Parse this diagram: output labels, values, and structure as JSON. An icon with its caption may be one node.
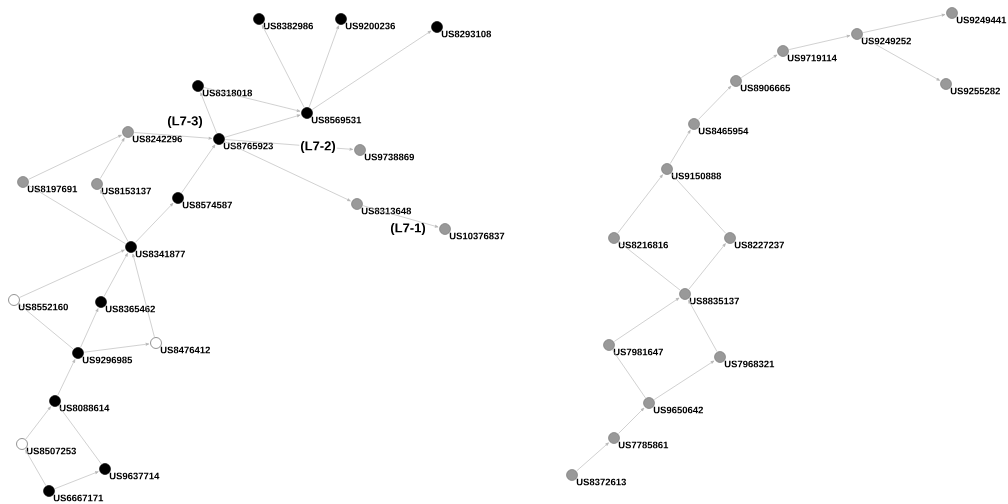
{
  "diagram": {
    "nodes": [
      {
        "text": [],
        "shape": "circle",
        "beside": [
          "US8382986"
        ]
      },
      {
        "text": [],
        "shape": "circle",
        "beside": [
          "US9200236"
        ]
      },
      {
        "text": [],
        "shape": "circle",
        "beside": [
          "US8293108"
        ]
      },
      {
        "text": [],
        "shape": "circle",
        "beside": [
          "US8318018"
        ]
      },
      {
        "text": [],
        "shape": "circle",
        "beside": [
          "US8569531"
        ]
      },
      {
        "text": [],
        "shape": "circle",
        "beside": [
          "US8242296"
        ]
      },
      {
        "text": [],
        "shape": "circle",
        "beside": [
          "US8765923"
        ]
      },
      {
        "text": [],
        "shape": "circle",
        "beside": [
          "US9738869"
        ]
      },
      {
        "text": [],
        "shape": "circle",
        "beside": [
          "US8197691"
        ]
      },
      {
        "text": [],
        "shape": "circle",
        "beside": [
          "US8153137"
        ]
      },
      {
        "text": [],
        "shape": "circle",
        "beside": [
          "US8574587"
        ]
      },
      {
        "text": [],
        "shape": "circle",
        "beside": [
          "US8313648"
        ]
      },
      {
        "text": [],
        "shape": "circle",
        "beside": [
          "US10376837"
        ]
      },
      {
        "text": [],
        "shape": "circle",
        "beside": [
          "US8341877"
        ]
      },
      {
        "text": [],
        "shape": "circle",
        "beside": [
          "US8552160"
        ]
      },
      {
        "text": [],
        "shape": "circle",
        "beside": [
          "US8365462"
        ]
      },
      {
        "text": [],
        "shape": "circle",
        "beside": [
          "US8476412"
        ]
      },
      {
        "text": [],
        "shape": "circle",
        "beside": [
          "US9296985"
        ]
      },
      {
        "text": [],
        "shape": "circle",
        "beside": [
          "US8088614"
        ]
      },
      {
        "text": [],
        "shape": "circle",
        "beside": [
          "US8507253"
        ]
      },
      {
        "text": [],
        "shape": "circle",
        "beside": [
          "US9637714"
        ]
      },
      {
        "text": [],
        "shape": "circle",
        "beside": [
          "US6667171"
        ]
      },
      {
        "text": [],
        "shape": "circle",
        "beside": [
          "US9249441"
        ]
      },
      {
        "text": [],
        "shape": "circle",
        "beside": [
          "US9249252"
        ]
      },
      {
        "text": [],
        "shape": "circle",
        "beside": [
          "US9719114"
        ]
      },
      {
        "text": [],
        "shape": "circle",
        "beside": [
          "US8906665"
        ]
      },
      {
        "text": [],
        "shape": "circle",
        "beside": [
          "US9255282"
        ]
      },
      {
        "text": [],
        "shape": "circle",
        "beside": [
          "US8465954"
        ]
      },
      {
        "text": [],
        "shape": "circle",
        "beside": [
          "US9150888"
        ]
      },
      {
        "text": [],
        "shape": "circle",
        "beside": [
          "US8216816"
        ]
      },
      {
        "text": [],
        "shape": "circle",
        "beside": [
          "US8227237"
        ]
      },
      {
        "text": [],
        "shape": "circle",
        "beside": [
          "US8835137"
        ]
      },
      {
        "text": [],
        "shape": "circle",
        "beside": [
          "US7981647"
        ]
      },
      {
        "text": [],
        "shape": "circle",
        "beside": [
          "US7968321"
        ]
      },
      {
        "text": [],
        "shape": "circle",
        "beside": [
          "US9650642"
        ]
      },
      {
        "text": [],
        "shape": "circle",
        "beside": [
          "US7785861"
        ]
      },
      {
        "text": [],
        "shape": "circle",
        "beside": [
          "US8372613"
        ]
      }
    ],
    "edges": [
      {
        "from": 6,
        "to": 3,
        "arrow": "to"
      },
      {
        "from": 3,
        "to": 4,
        "arrow": "to"
      },
      {
        "from": 6,
        "to": 4,
        "arrow": "to"
      },
      {
        "from": 4,
        "to": 0,
        "arrow": "to"
      },
      {
        "from": 4,
        "to": 1,
        "arrow": "to"
      },
      {
        "from": 4,
        "to": 2,
        "arrow": "to"
      },
      {
        "from": 5,
        "to": 6,
        "arrow": "to"
      },
      {
        "from": 6,
        "to": 7,
        "arrow": "to",
        "label": "(L7-2)"
      },
      {
        "from": 6,
        "to": 11,
        "arrow": "to"
      },
      {
        "from": 11,
        "to": 12,
        "arrow": "to"
      },
      {
        "from": 8,
        "to": 5,
        "arrow": "to"
      },
      {
        "from": 9,
        "to": 5,
        "arrow": "to"
      },
      {
        "from": 13,
        "to": 9,
        "arrow": "to"
      },
      {
        "from": 8,
        "to": 13,
        "arrow": "none"
      },
      {
        "from": 13,
        "to": 10,
        "arrow": "to"
      },
      {
        "from": 10,
        "to": 6,
        "arrow": "to"
      },
      {
        "from": 14,
        "to": 13,
        "arrow": "to"
      },
      {
        "from": 15,
        "to": 13,
        "arrow": "to"
      },
      {
        "from": 16,
        "to": 13,
        "arrow": "to"
      },
      {
        "from": 14,
        "to": 17,
        "arrow": "none"
      },
      {
        "from": 17,
        "to": 15,
        "arrow": "to"
      },
      {
        "from": 17,
        "to": 16,
        "arrow": "to"
      },
      {
        "from": 18,
        "to": 17,
        "arrow": "to"
      },
      {
        "from": 19,
        "to": 18,
        "arrow": "to"
      },
      {
        "from": 21,
        "to": 19,
        "arrow": "to"
      },
      {
        "from": 21,
        "to": 20,
        "arrow": "to"
      },
      {
        "from": 18,
        "to": 20,
        "arrow": "none"
      },
      {
        "from": 36,
        "to": 35,
        "arrow": "to"
      },
      {
        "from": 35,
        "to": 34,
        "arrow": "to"
      },
      {
        "from": 34,
        "to": 33,
        "arrow": "to"
      },
      {
        "from": 32,
        "to": 34,
        "arrow": "none"
      },
      {
        "from": 32,
        "to": 31,
        "arrow": "to"
      },
      {
        "from": 33,
        "to": 31,
        "arrow": "to"
      },
      {
        "from": 31,
        "to": 30,
        "arrow": "to"
      },
      {
        "from": 29,
        "to": 31,
        "arrow": "none"
      },
      {
        "from": 29,
        "to": 28,
        "arrow": "to"
      },
      {
        "from": 28,
        "to": 30,
        "arrow": "none"
      },
      {
        "from": 28,
        "to": 27,
        "arrow": "to"
      },
      {
        "from": 27,
        "to": 25,
        "arrow": "to"
      },
      {
        "from": 25,
        "to": 24,
        "arrow": "to"
      },
      {
        "from": 24,
        "to": 23,
        "arrow": "to"
      },
      {
        "from": 23,
        "to": 22,
        "arrow": "to"
      },
      {
        "from": 23,
        "to": 26,
        "arrow": "to"
      }
    ],
    "labels": [
      "(L7-3)",
      "(L7-1)"
    ]
  }
}
